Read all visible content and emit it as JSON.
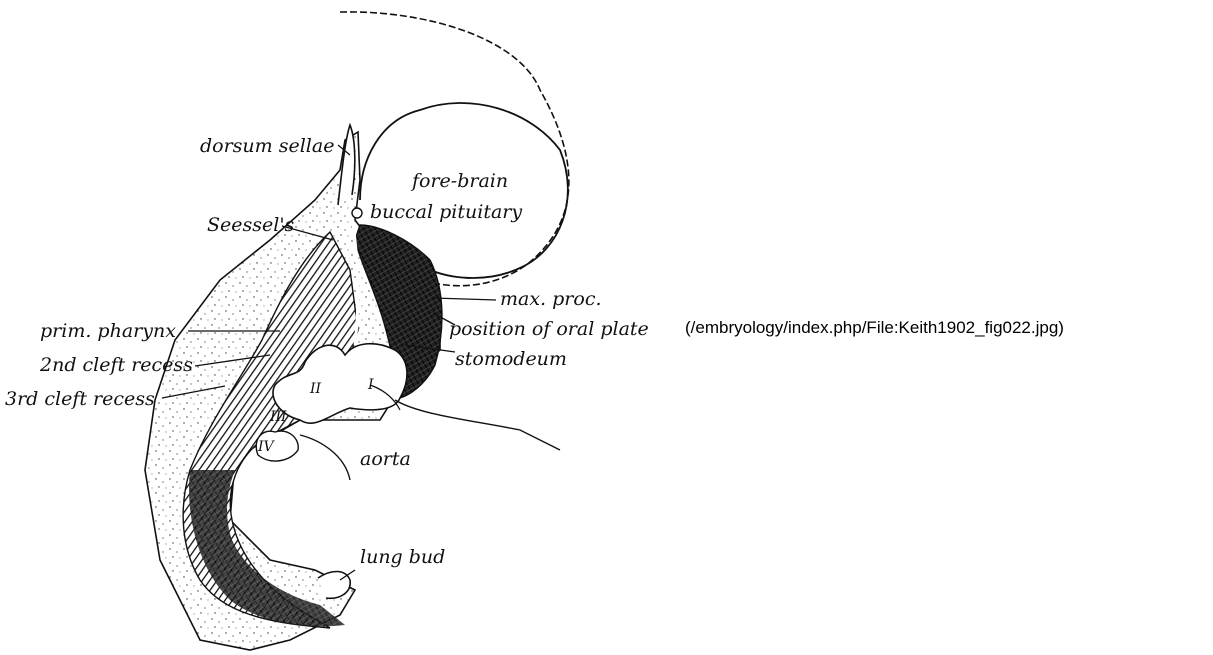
{
  "figure": {
    "labels": {
      "dorsum_sellae": "dorsum sellae",
      "fore_brain": "fore-brain",
      "buccal_pituitary": "buccal pituitary",
      "seessels": "Seessel's",
      "max_proc": "max. proc.",
      "prim_pharynx": "prim. pharynx",
      "position_of_oral_plate": "position of oral plate",
      "second_cleft_recess": "2nd cleft recess",
      "stomodeum": "stomodeum",
      "third_cleft_recess": "3rd cleft recess",
      "aorta": "aorta",
      "lung_bud": "lung bud"
    },
    "arch_numerals": [
      "I",
      "II",
      "III",
      "IV"
    ]
  },
  "link": {
    "text": "(/embryology/index.php/File:Keith1902_fig022.jpg)"
  },
  "colors": {
    "ink": "#111111",
    "background": "#ffffff"
  }
}
